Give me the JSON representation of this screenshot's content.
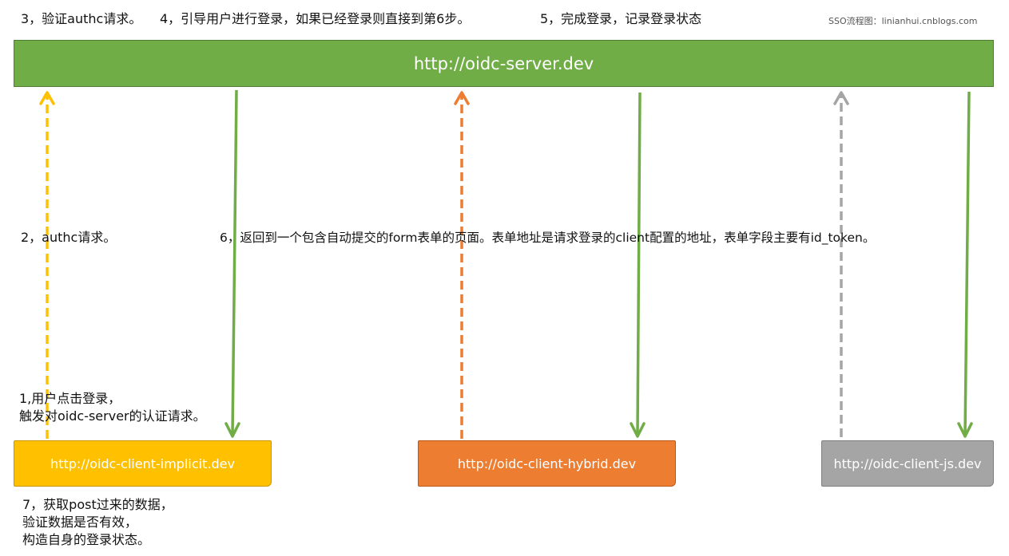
{
  "header": {
    "step3": "3，验证authc请求。",
    "step4": "4，引导用户进行登录，如果已经登录则直接到第6步。",
    "step5": "5，完成登录，记录登录状态",
    "watermark": "SSO流程图：linianhui.cnblogs.com"
  },
  "server": {
    "url": "http://oidc-server.dev",
    "color": "#70ad47"
  },
  "middle": {
    "step2": "2，authc请求。",
    "step6": "6，返回到一个包含自动提交的form表单的页面。表单地址是请求登录的client配置的地址，表单字段主要有id_token。"
  },
  "step1": {
    "line1": "1,用户点击登录，",
    "line2": "触发对oidc-server的认证请求。"
  },
  "clients": [
    {
      "url": "http://oidc-client-implicit.dev",
      "color": "#ffc000"
    },
    {
      "url": "http://oidc-client-hybrid.dev",
      "color": "#ed7d31"
    },
    {
      "url": "http://oidc-client-js.dev",
      "color": "#a5a5a5"
    }
  ],
  "step7": {
    "line1": "7，获取post过来的数据，",
    "line2": "验证数据是否有效，",
    "line3": "构造自身的登录状态。"
  },
  "arrows": [
    {
      "name": "implicit-request-arrow",
      "direction": "up",
      "style": "dashed",
      "color": "#ffc000"
    },
    {
      "name": "implicit-response-arrow",
      "direction": "down",
      "style": "solid",
      "color": "#70ad47"
    },
    {
      "name": "hybrid-request-arrow",
      "direction": "up",
      "style": "dashed",
      "color": "#ed7d31"
    },
    {
      "name": "hybrid-response-arrow",
      "direction": "down",
      "style": "solid",
      "color": "#70ad47"
    },
    {
      "name": "js-request-arrow",
      "direction": "up",
      "style": "dashed",
      "color": "#a5a5a5"
    },
    {
      "name": "js-response-arrow",
      "direction": "down",
      "style": "solid",
      "color": "#70ad47"
    }
  ]
}
